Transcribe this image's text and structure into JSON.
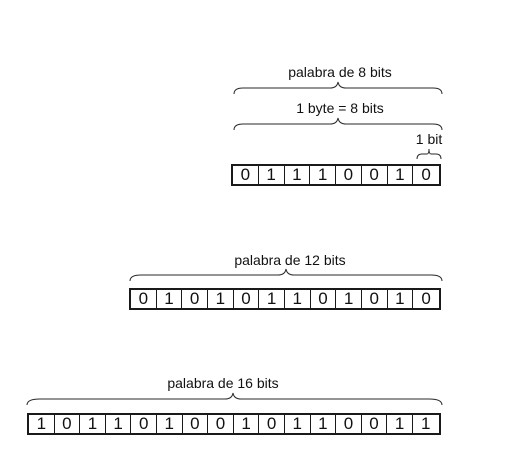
{
  "diagram": {
    "word8": {
      "label": "palabra de 8 bits",
      "byte_label": "1 byte = 8 bits",
      "bit_label": "1 bit",
      "bits": [
        "0",
        "1",
        "1",
        "1",
        "0",
        "0",
        "1",
        "0"
      ]
    },
    "word12": {
      "label": "palabra de 12 bits",
      "bits": [
        "0",
        "1",
        "0",
        "1",
        "0",
        "1",
        "1",
        "0",
        "1",
        "0",
        "1",
        "0"
      ]
    },
    "word16": {
      "label": "palabra de 16 bits",
      "bits": [
        "1",
        "0",
        "1",
        "1",
        "0",
        "1",
        "0",
        "0",
        "1",
        "0",
        "1",
        "1",
        "0",
        "0",
        "1",
        "1"
      ]
    }
  }
}
